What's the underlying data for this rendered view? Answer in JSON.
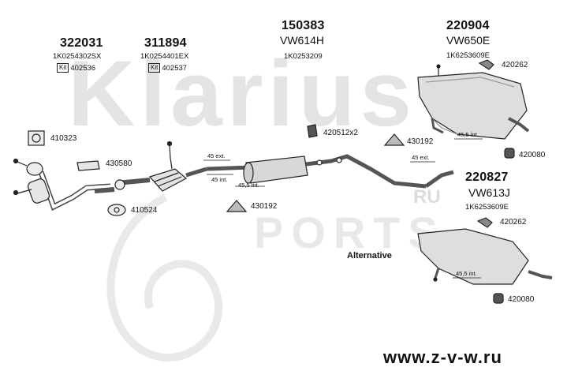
{
  "watermark": {
    "brand": "Klarius",
    "ru": "RU",
    "ports": "PORTS"
  },
  "parts": [
    {
      "number": "322031",
      "oem": "1K0254302SX",
      "kit_label": "Kit",
      "kit_number": "402536"
    },
    {
      "number": "311894",
      "oem": "1K0254401EX",
      "kit_label": "Kit",
      "kit_number": "402537"
    },
    {
      "number": "150383",
      "model": "VW614H",
      "oem": "1K0253209"
    },
    {
      "number": "220904",
      "model": "VW650E",
      "oem": "1K6253609E"
    },
    {
      "number": "220827",
      "model": "VW613J",
      "oem": "1K6253609E"
    }
  ],
  "accessories": {
    "a410323": "410323",
    "a430580": "430580",
    "a410524": "410524",
    "a420512": "420512x2",
    "a430192_top": "430192",
    "a430192_bottom": "430192",
    "a420262_top": "420262",
    "a420262_bottom": "420262",
    "a420080_top": "420080",
    "a420080_bottom": "420080"
  },
  "dimensions": {
    "d1": "45 ext.",
    "d2": "45 int.",
    "d3": "45,5 int.",
    "d4": "45 ext.",
    "d5": "45,5 int.",
    "d6": "45,5 int."
  },
  "alternative_label": "Alternative",
  "website": "www.z-v-w.ru"
}
